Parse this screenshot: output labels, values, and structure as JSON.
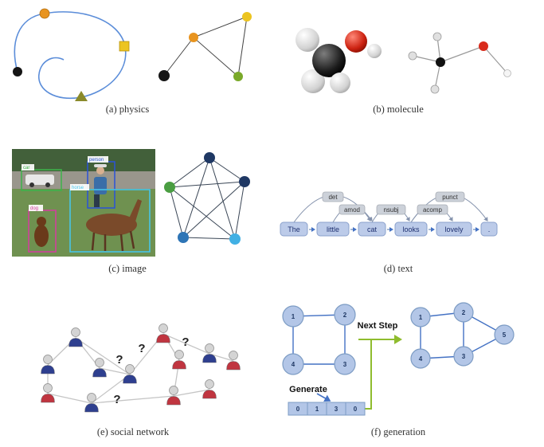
{
  "figure": {
    "captions": {
      "a": "(a) physics",
      "b": "(b) molecule",
      "c": "(c) image",
      "d": "(d) text",
      "e": "(e) social network",
      "f": "(f) generation"
    }
  },
  "image_panel": {
    "boxes": [
      {
        "label": "car",
        "color": "#3cb44b"
      },
      {
        "label": "person",
        "color": "#2a52d8"
      },
      {
        "label": "horse",
        "color": "#45c8f0"
      },
      {
        "label": "dog",
        "color": "#d63ba0"
      }
    ]
  },
  "text_panel": {
    "words": [
      "The",
      "little",
      "cat",
      "looks",
      "lovely",
      "."
    ],
    "arc_labels": [
      "det",
      "amod",
      "nsubj",
      "acomp",
      "punct"
    ]
  },
  "social_panel": {
    "unknown_mark": "?"
  },
  "generation_panel": {
    "next_step_label": "Next Step",
    "generate_label": "Generate",
    "left_graph_nodes": [
      "1",
      "2",
      "3",
      "4"
    ],
    "right_graph_nodes": [
      "1",
      "2",
      "3",
      "4",
      "5"
    ],
    "sequence": [
      "0",
      "1",
      "3",
      "0"
    ]
  }
}
